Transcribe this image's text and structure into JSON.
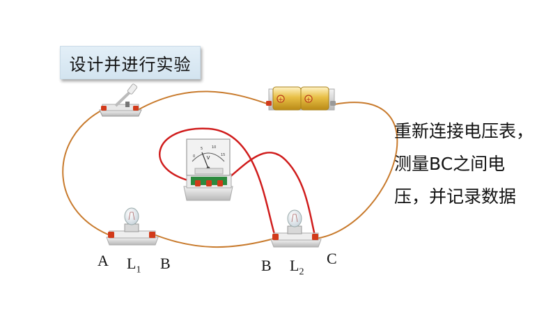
{
  "title": "设计并进行实验",
  "instruction": {
    "line1": "重新连接电压表，",
    "line2": "测量BC之间电",
    "line3": "压，并记录数据"
  },
  "labels": {
    "a": "A",
    "l1_main": "L",
    "l1_sub": "1",
    "b_left": "B",
    "b_right": "B",
    "l2_main": "L",
    "l2_sub": "2",
    "c": "C"
  },
  "voltmeter": {
    "unit": "V",
    "scale": [
      "0",
      "5",
      "10",
      "15"
    ]
  },
  "colors": {
    "circuit_wire": "#c87a2c",
    "voltmeter_wire": "#d01c1c",
    "terminal": "#d23a1a",
    "battery": "#e4b83a",
    "title_bg": "#dbe9f3"
  }
}
